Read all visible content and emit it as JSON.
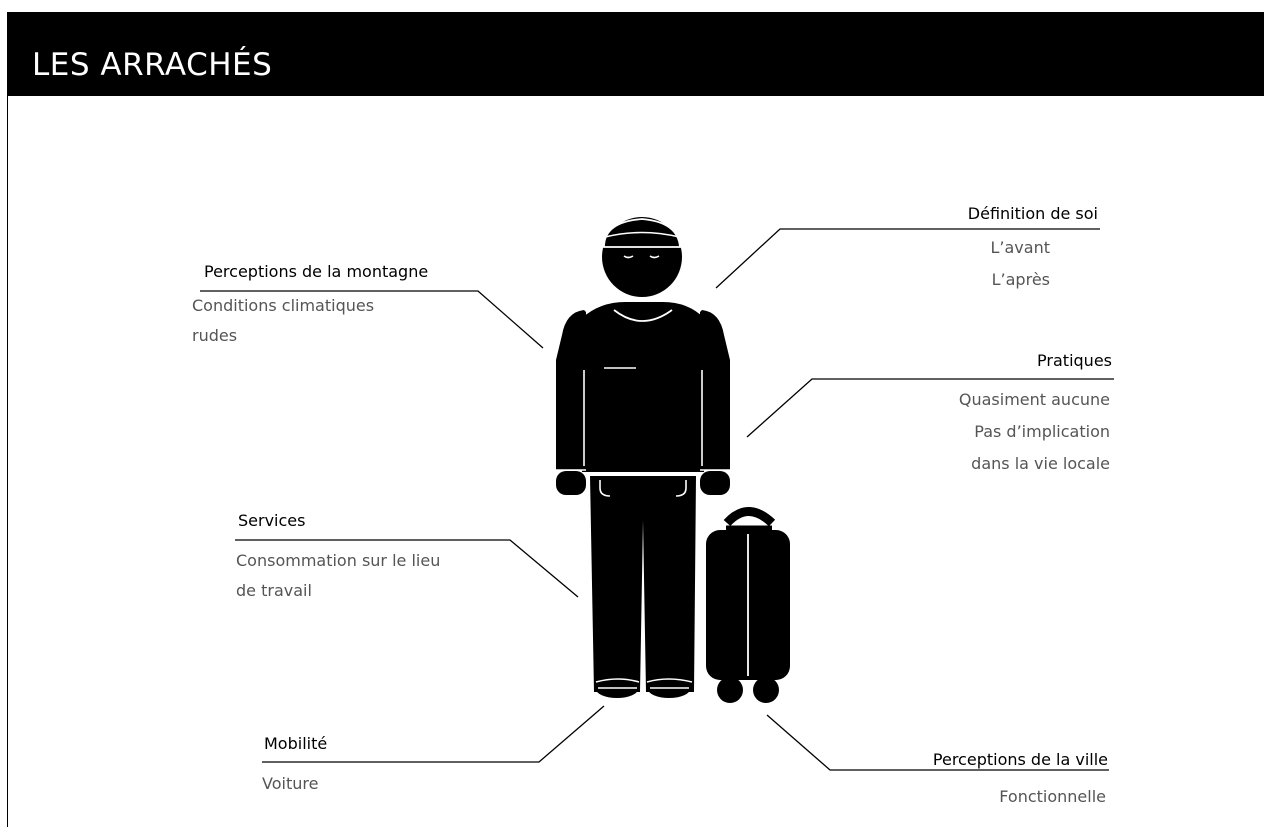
{
  "header": {
    "title": "LES ARRACHÉS"
  },
  "annotations": {
    "montagne": {
      "title": "Perceptions de la montagne",
      "lines": [
        "Conditions climatiques",
        "rudes"
      ]
    },
    "services": {
      "title": "Services",
      "lines": [
        "Consommation sur le lieu",
        "de travail"
      ]
    },
    "mobilite": {
      "title": "Mobilité",
      "lines": [
        "Voiture"
      ]
    },
    "soi": {
      "title": "Définition de soi",
      "lines": [
        "L’avant",
        "L’après"
      ]
    },
    "pratiques": {
      "title": "Pratiques",
      "lines": [
        "Quasiment aucune",
        "Pas d’implication",
        "dans la vie locale"
      ]
    },
    "ville": {
      "title": "Perceptions de la ville",
      "lines": [
        "Fonctionnelle"
      ]
    }
  },
  "colors": {
    "ink": "#000000",
    "paper": "#ffffff",
    "subtext": "#555555"
  },
  "icons": [
    "person-icon",
    "suitcase-icon"
  ]
}
